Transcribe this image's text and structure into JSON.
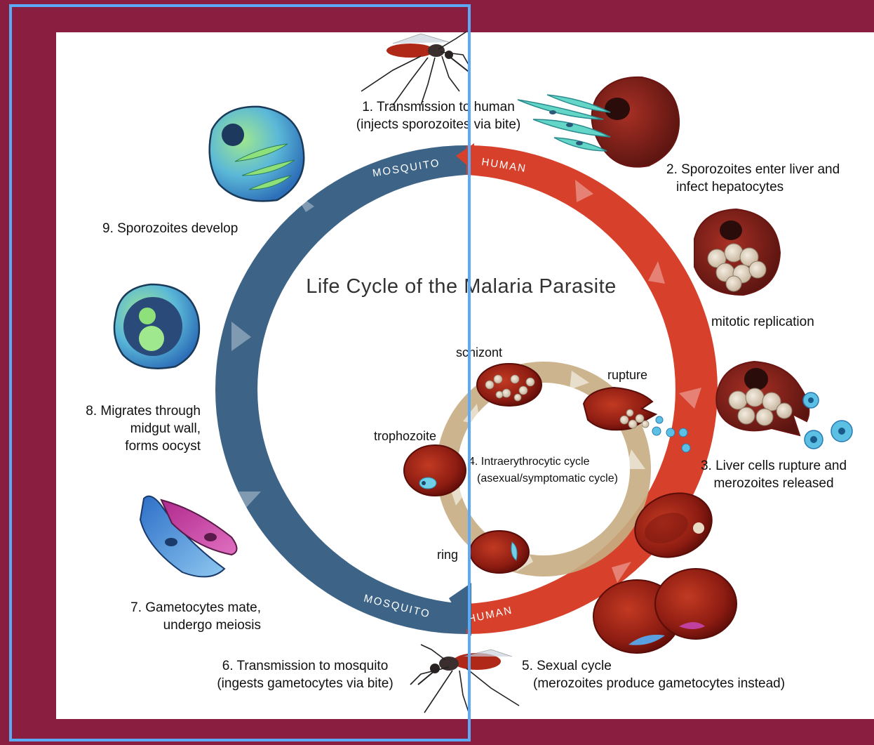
{
  "title": "Life Cycle of the Malaria Parasite",
  "ring_labels": {
    "mosquito_top": "MOSQUITO",
    "human_top": "HUMAN",
    "mosquito_bottom": "MOSQUITO",
    "human_bottom": "HUMAN"
  },
  "steps": {
    "s1": [
      "1. Transmission to human",
      "(injects sporozoites via bite)"
    ],
    "s2": [
      "2. Sporozoites enter liver and",
      "infect hepatocytes"
    ],
    "mitotic": "mitotic replication",
    "s3": [
      "3. Liver cells rupture and",
      "merozoites released"
    ],
    "s4": [
      "4. Intraerythrocytic cycle",
      "(asexual/symptomatic cycle)"
    ],
    "s5": [
      "5. Sexual cycle",
      "(merozoites produce gametocytes instead)"
    ],
    "s6": [
      "6. Transmission to mosquito",
      "(ingests gametocytes via bite)"
    ],
    "s7": [
      "7. Gametocytes mate,",
      "undergo meiosis"
    ],
    "s8": [
      "8. Migrates through",
      "midgut wall,",
      "forms oocyst"
    ],
    "s9": "9. Sporozoites develop"
  },
  "stages": {
    "schizont": "schizont",
    "rupture": "rupture",
    "trophozoite": "trophozoite",
    "ring": "ring"
  },
  "colors": {
    "mosquito_ring": "#3d6487",
    "human_ring": "#d7402b",
    "inner_cycle": "#c7ad82",
    "background": "#8a1e40",
    "selection": "#5aaaf5"
  }
}
